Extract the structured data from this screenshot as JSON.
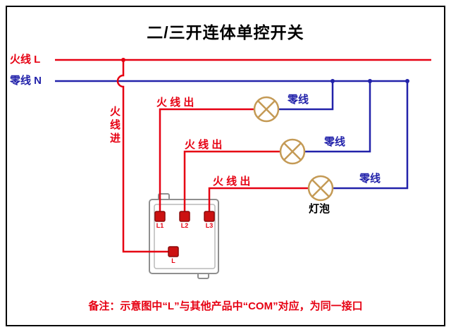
{
  "title": "二/三开连体单控开关",
  "colors": {
    "live": "#e60012",
    "neutral": "#2222aa",
    "lamp_outline": "#c49a55",
    "switch_outline": "#8f8f8f"
  },
  "wires": {
    "live_label": "火线 L",
    "neutral_label": "零线 N",
    "live_in_label": "火线进",
    "live_out_labels": [
      "火 线 出",
      "火 线 出",
      "火 线 出"
    ],
    "neutral_branch_labels": [
      "零线",
      "零线",
      "零线"
    ]
  },
  "lamps": {
    "count": 3,
    "bulb_label": "灯泡"
  },
  "switch": {
    "terminal_labels": [
      "L1",
      "L2",
      "L3"
    ],
    "common_label": "L"
  },
  "note": "备注：示意图中“L”与其他产品中“COM”对应，为同一接口"
}
